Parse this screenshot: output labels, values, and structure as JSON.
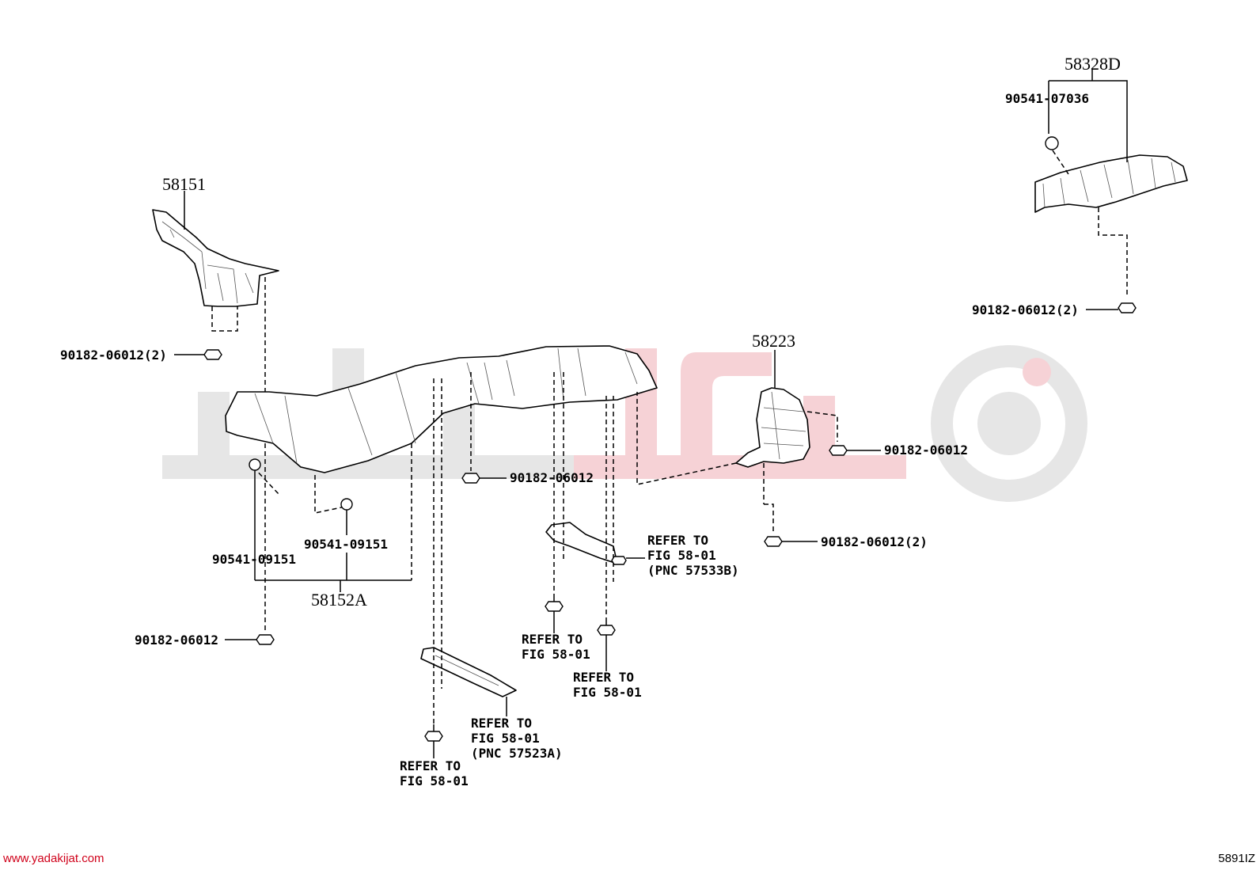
{
  "labels": {
    "p58151": "58151",
    "p58152a": "58152A",
    "p58223": "58223",
    "p58328d": "58328D",
    "n1": "90182-06012(2)",
    "n2": "90541-09151",
    "n3": "90541-09151",
    "n4": "90182-06012",
    "n5": "90182-06012",
    "n6": "90182-06012",
    "n7": "90182-06012(2)",
    "n8": "90541-07036",
    "n9": "90182-06012(2)"
  },
  "refs": {
    "r1": [
      "REFER TO",
      "FIG 58-01",
      "(PNC 57533B)"
    ],
    "r2": [
      "REFER TO",
      "FIG 58-01"
    ],
    "r3": [
      "REFER TO",
      "FIG 58-01"
    ],
    "r4": [
      "REFER TO",
      "FIG 58-01",
      "(PNC 57523A)"
    ],
    "r5": [
      "REFER TO",
      "FIG 58-01"
    ]
  },
  "footer": {
    "website": "www.yadakijat.com",
    "code": "5891IZ"
  },
  "colors": {
    "watermark_gray": "#e6e6e6",
    "watermark_pink": "#f6d2d6",
    "footer_link": "#d0021b"
  }
}
